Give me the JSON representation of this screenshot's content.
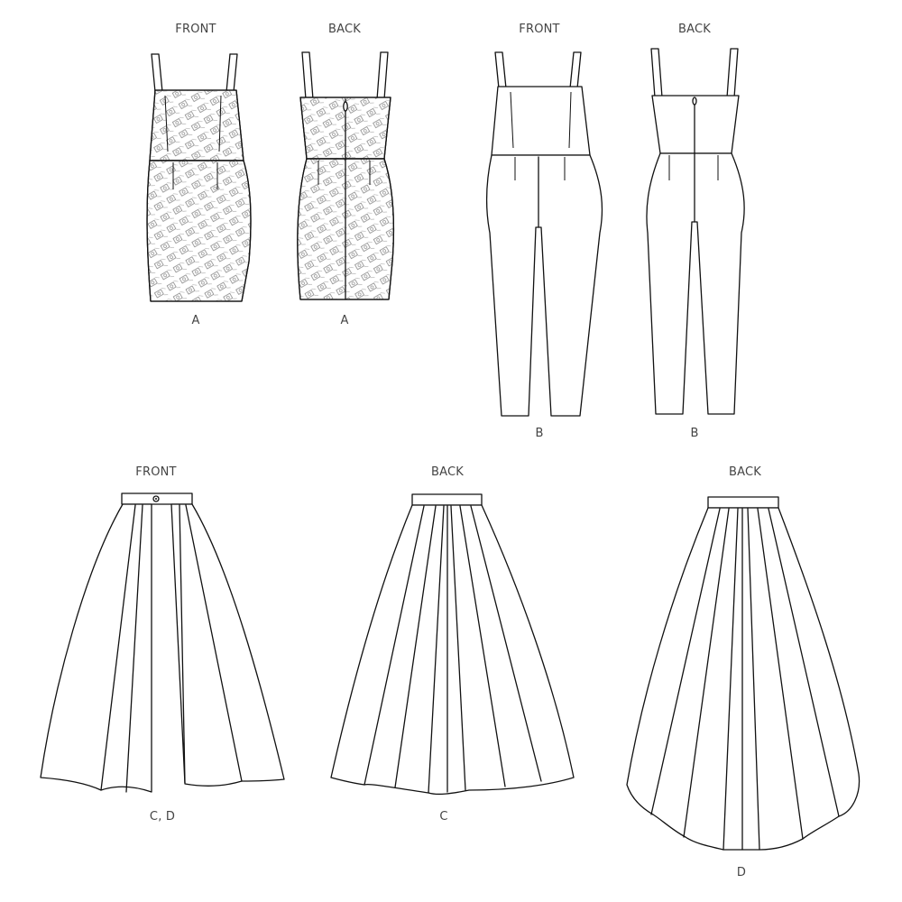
{
  "views": {
    "a_front": "FRONT",
    "a_back": "BACK",
    "b_front": "FRONT",
    "b_back": "BACK",
    "c_front": "FRONT",
    "c_back": "BACK",
    "d_back": "BACK"
  },
  "captions": {
    "a_front": "A",
    "a_back": "A",
    "b_front": "B",
    "b_back": "B",
    "cd_front": "C, D",
    "c_back": "C",
    "d_back": "D"
  },
  "colors": {
    "line": "#111111",
    "label": "#444444",
    "background": "#ffffff"
  }
}
